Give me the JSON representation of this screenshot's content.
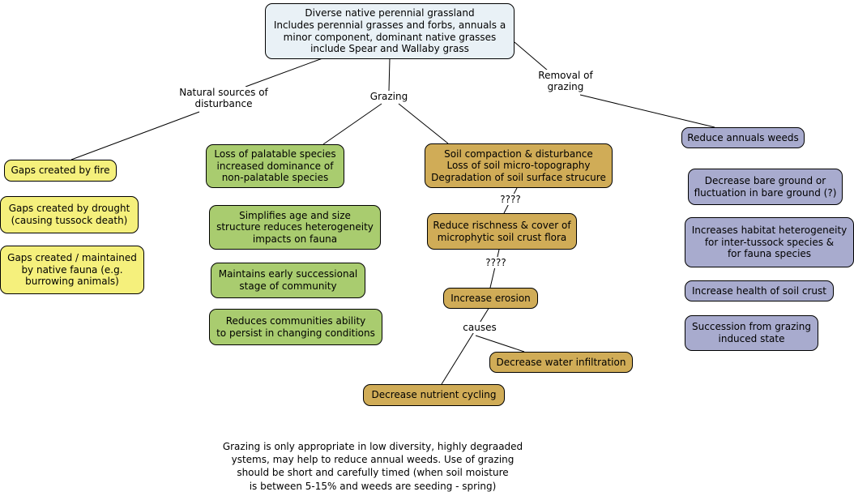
{
  "root": {
    "text": "Diverse native perennial grassland\nIncludes perennial grasses and forbs, annuals a\nminor component, dominant native grasses\ninclude Spear and Wallaby grass"
  },
  "edge_labels": {
    "natural": "Natural sources of\ndisturbance",
    "grazing": "Grazing",
    "removal": "Removal of\ngrazing",
    "unknown1": "????",
    "unknown2": "????",
    "causes": "causes"
  },
  "natural_disturbance": {
    "nodes": [
      {
        "text": "Gaps created by fire"
      },
      {
        "text": "Gaps created by drought\n(causing tussock death)"
      },
      {
        "text": "Gaps created / maintained\nby native fauna (e.g.\nburrowing animals)"
      }
    ]
  },
  "grazing_effects": {
    "nodes": [
      {
        "text": "Loss of palatable species\nincreased dominance of\nnon-palatable species"
      },
      {
        "text": "Simplifies age and size\nstructure reduces heterogeneity\nimpacts on fauna"
      },
      {
        "text": "Maintains early successional\nstage of community"
      },
      {
        "text": "Reduces communities ability\nto persist in changing conditions"
      }
    ]
  },
  "soil_chain": {
    "nodes": [
      {
        "text": "Soil compaction & disturbance\nLoss of soil micro-topography\nDegradation of soil surface strucure"
      },
      {
        "text": "Reduce rischness & cover of\nmicrophytic soil crust flora"
      },
      {
        "text": "Increase erosion"
      },
      {
        "text": "Decrease water infiltration"
      },
      {
        "text": "Decrease nutrient cycling"
      }
    ]
  },
  "grazing_removal": {
    "nodes": [
      {
        "text": "Reduce annuals weeds"
      },
      {
        "text": "Decrease bare ground or\nfluctuation in bare ground (?)"
      },
      {
        "text": "Increases habitat heterogeneity\nfor inter-tussock species &\nfor fauna species"
      },
      {
        "text": "Increase health of soil crust"
      },
      {
        "text": "Succession from grazing\ninduced state"
      }
    ]
  },
  "footnote": "Grazing is only appropriate in low diversity, highly degraaded\nystems, may help to reduce annual weeds. Use of grazing\nshould be short and carefully timed (when soil moisture\nis between 5-15% and weeds are seeding - spring)",
  "colors": {
    "root_fill": "#e9f1f6",
    "natural_fill": "#f5f07c",
    "grazing_fill": "#a9cc6f",
    "soil_fill": "#d0ac57",
    "removal_fill": "#a8abce",
    "line": "#000000"
  }
}
